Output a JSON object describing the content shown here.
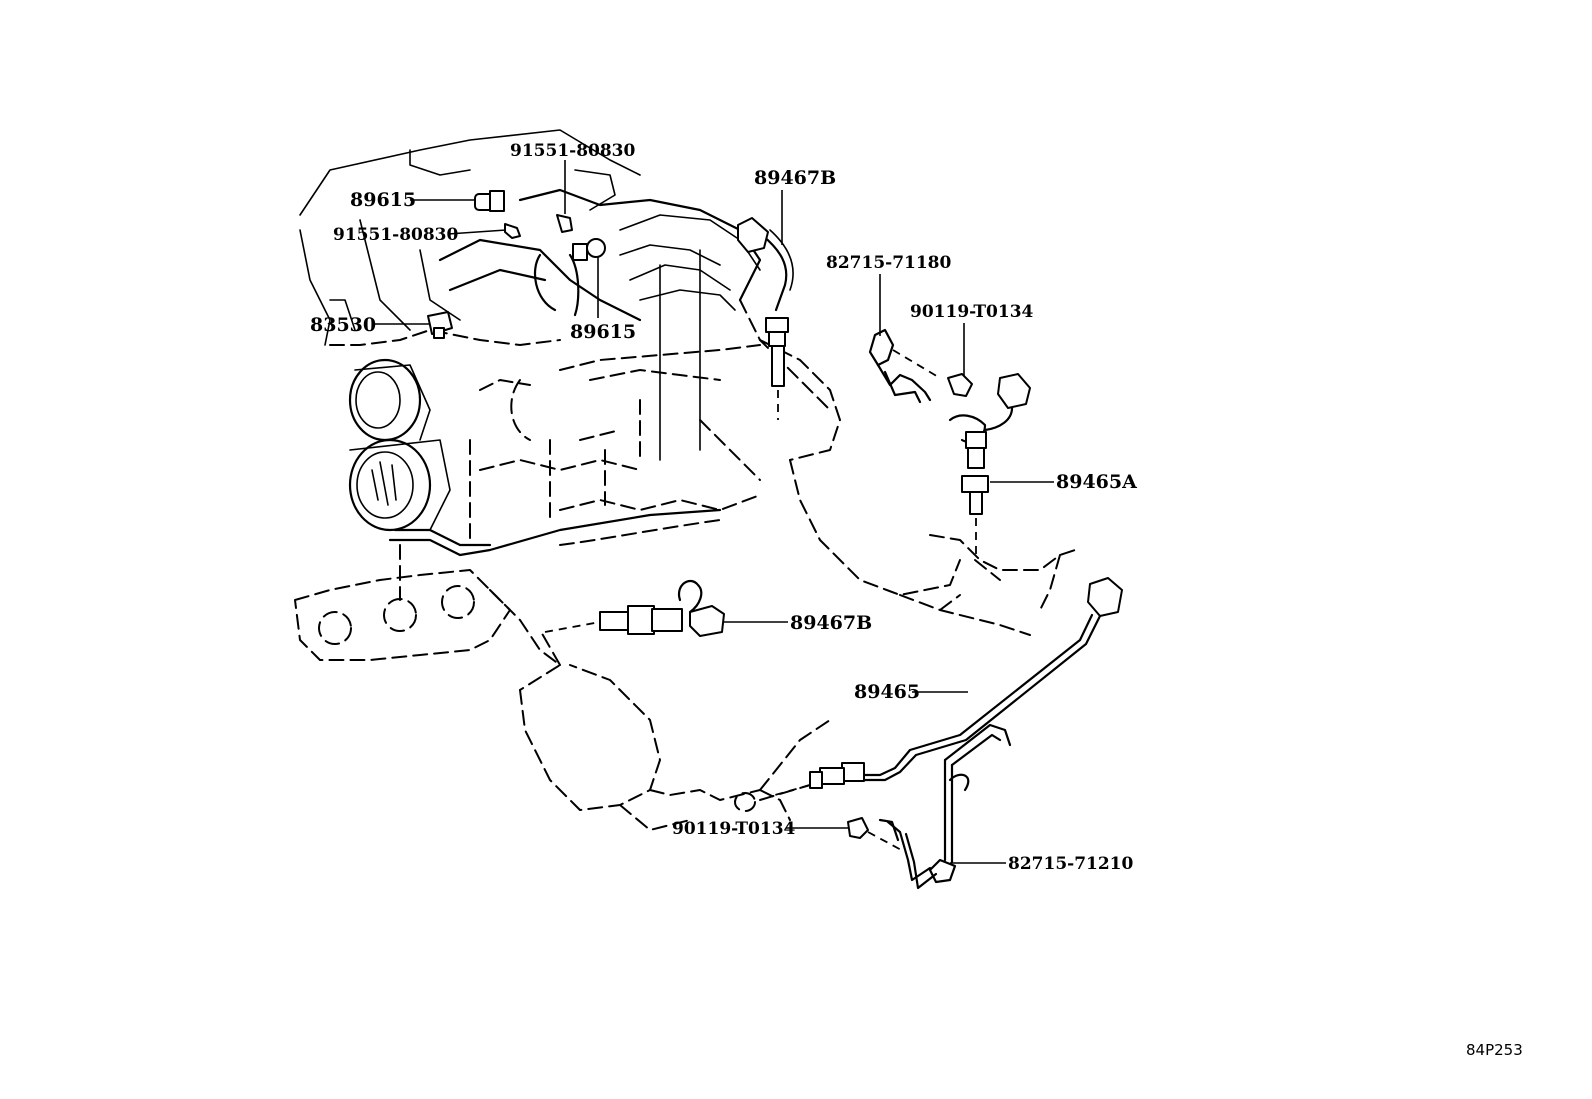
{
  "diagram": {
    "parts": [
      {
        "id": "p1",
        "label": "91551-80830"
      },
      {
        "id": "p2",
        "label": "89615"
      },
      {
        "id": "p3",
        "label": "91551-80830"
      },
      {
        "id": "p4",
        "label": "89467B"
      },
      {
        "id": "p5",
        "label": "82715-71180"
      },
      {
        "id": "p6",
        "label": "90119-T0134"
      },
      {
        "id": "p7",
        "label": "83530"
      },
      {
        "id": "p8",
        "label": "89615"
      },
      {
        "id": "p9",
        "label": "89465A"
      },
      {
        "id": "p10",
        "label": "89467B"
      },
      {
        "id": "p11",
        "label": "89465"
      },
      {
        "id": "p12",
        "label": "90119-T0134"
      },
      {
        "id": "p13",
        "label": "82715-71210"
      }
    ],
    "figure_code": "84P253"
  }
}
